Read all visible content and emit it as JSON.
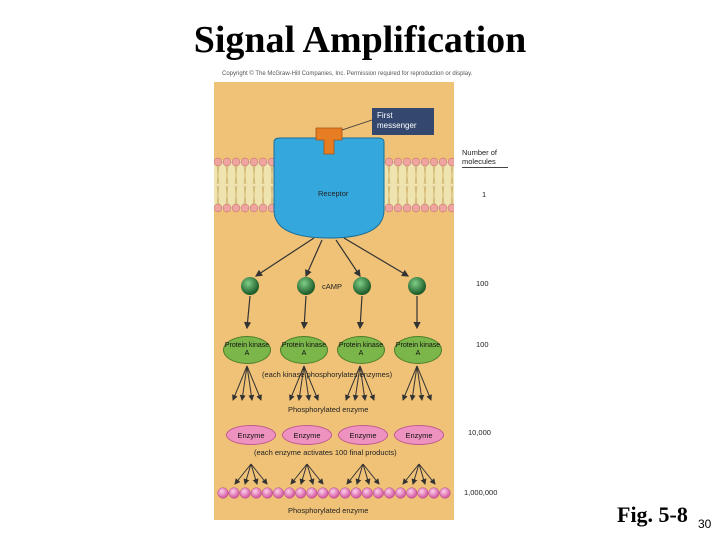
{
  "title": "Signal Amplification",
  "copyright": "Copyright © The McGraw-Hill Companies, Inc. Permission required for reproduction or display.",
  "first_messenger": "First messenger",
  "receptor": "Receptor",
  "camp": "cAMP",
  "protein_kinase": "Protein kinase A",
  "kinase_note": "(each kinase phosphorylates enzymes)",
  "phosphorylated_enzyme": "Phosphorylated enzyme",
  "enzyme": "Enzyme",
  "enzyme_note": "(each enzyme activates 100 final products)",
  "number_of_molecules": "Number of molecules",
  "counts": [
    "1",
    "100",
    "100",
    "10,000",
    "1,000,000"
  ],
  "fig_label": "Fig. 5-8",
  "page_number": "30",
  "colors": {
    "background": "#efc277",
    "receptor": "#34a8dd",
    "first_messenger": "#e77d22",
    "camp": "#2f7a3e",
    "kinase": "#7ab64a",
    "enzyme": "#ee92c0",
    "final_product": "#e680bd",
    "label_box": "#33476f"
  }
}
